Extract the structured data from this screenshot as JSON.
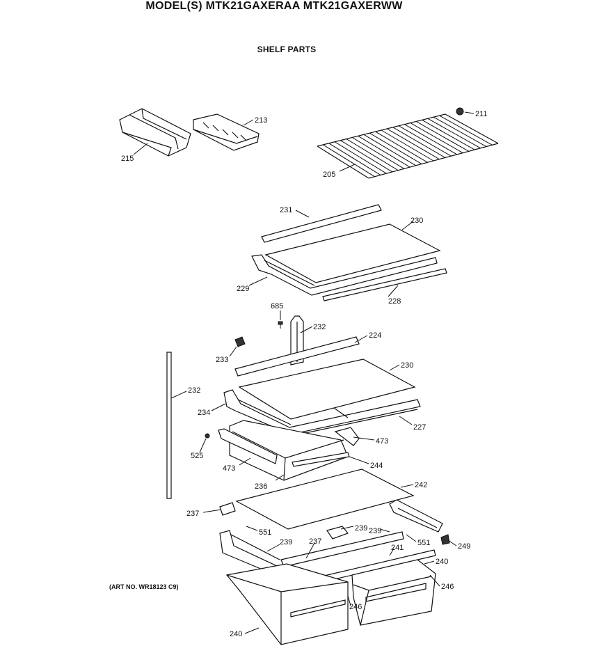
{
  "header": {
    "title": "MODEL(S) MTK21GAXERAA  MTK21GAXERWW",
    "subtitle": "SHELF PARTS"
  },
  "art_number": "(ART NO. WR18123 C9)",
  "callouts": {
    "c215": "215",
    "c213": "213",
    "c211": "211",
    "c205": "205",
    "c231": "231",
    "c230a": "230",
    "c229": "229",
    "c228": "228",
    "c685": "685",
    "c232a": "232",
    "c224": "224",
    "c233": "233",
    "c230b": "230",
    "c232b": "232",
    "c234": "234",
    "c227": "227",
    "c473a": "473",
    "c525": "525",
    "c473b": "473",
    "c244": "244",
    "c236": "236",
    "c242": "242",
    "c237a": "237",
    "c239a": "239",
    "c551a": "551",
    "c239b": "239",
    "c239c": "239",
    "c237b": "237",
    "c551b": "551",
    "c249": "249",
    "c241": "241",
    "c240a": "240",
    "c246a": "246",
    "c246b": "246",
    "c240b": "240"
  },
  "colors": {
    "ink": "#111111",
    "paper": "#ffffff"
  }
}
